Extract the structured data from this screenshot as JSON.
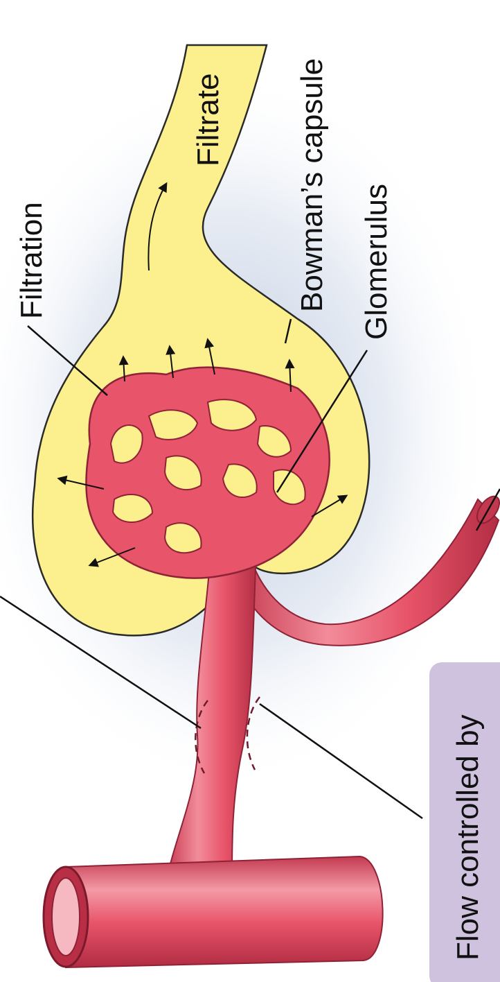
{
  "diagram": {
    "labels": {
      "filtration": "Filtration",
      "filtrate": "Filtrate",
      "bowmans_capsule": "Bowman’s capsule",
      "glomerulus": "Glomerulus",
      "flow_controlled_by": "Flow controlled by"
    },
    "colors": {
      "capsule_fill": "#FBEF8E",
      "vessel_fill": "#E8546A",
      "vessel_highlight": "#F6A0AA",
      "vessel_dark": "#B83246",
      "label_box": "#CFC2DE",
      "background_glow": "#C9D4E6"
    }
  }
}
